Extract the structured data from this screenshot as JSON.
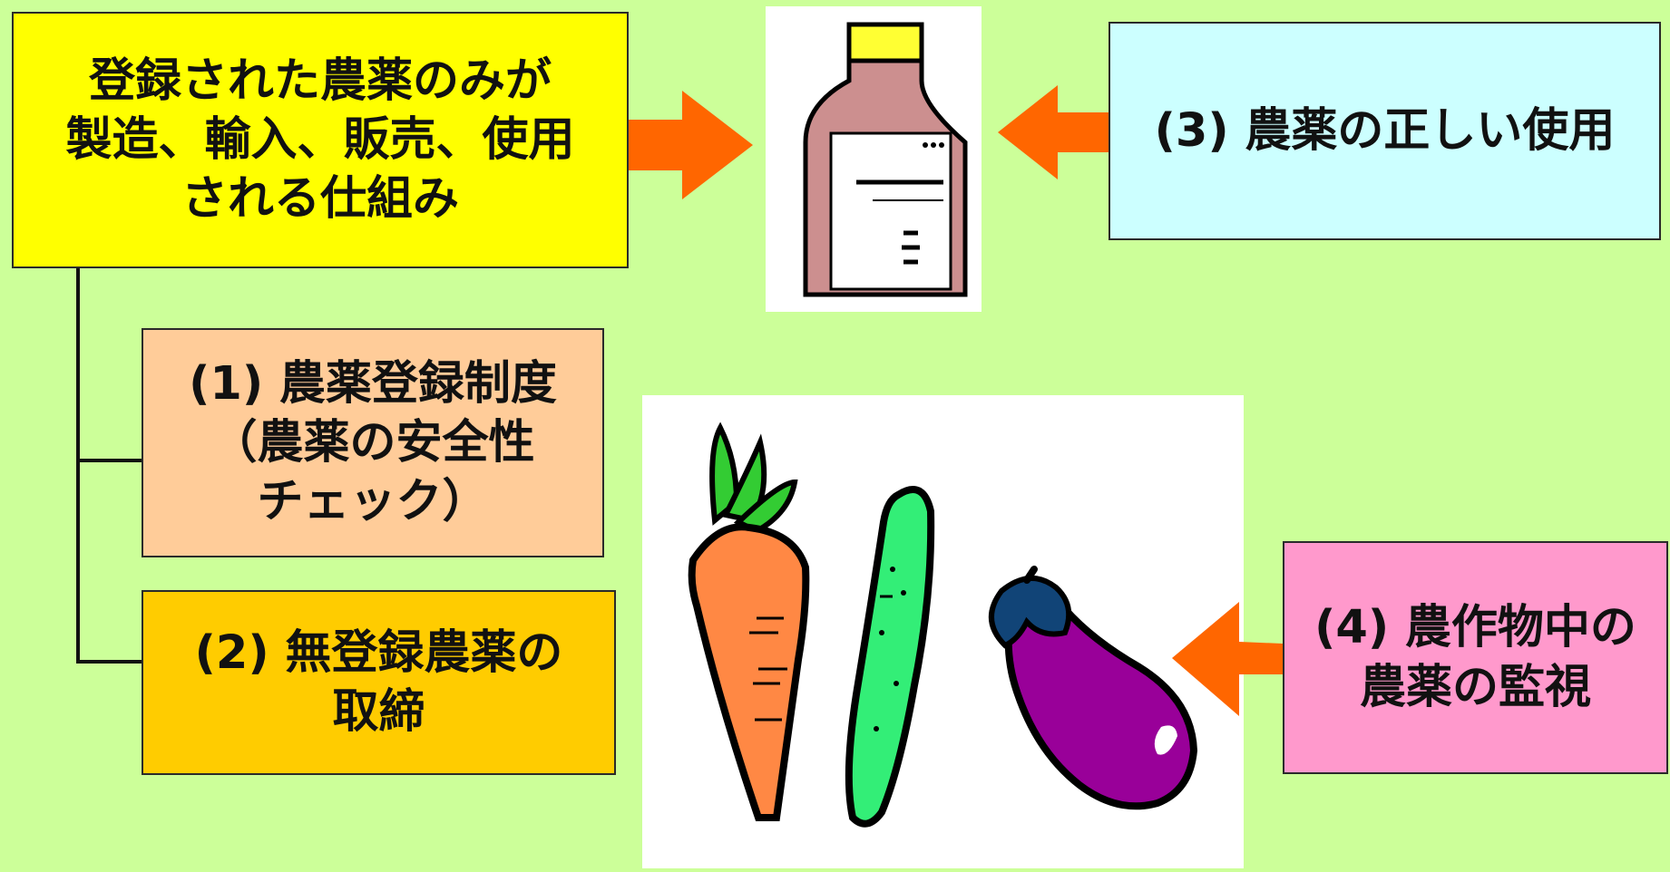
{
  "diagram": {
    "system_box": {
      "text": "登録された農薬のみが\n製造、輸入、販売、使用\nされる仕組み"
    },
    "correct_use_box": {
      "text": "(3) 農薬の正しい使用"
    },
    "registration_box": {
      "text": "(1) 農薬登録制度\n（農薬の安全性\nチェック）"
    },
    "crackdown_box": {
      "text": "(2) 無登録農薬の\n取締"
    },
    "monitoring_box": {
      "text": "(4) 農作物中の\n農薬の監視"
    }
  },
  "colors": {
    "background": "#ccff99",
    "system_box": "#ffff00",
    "correct_use_box": "#ccffff",
    "registration_box": "#ffcc99",
    "crackdown_box": "#ffcc00",
    "monitoring_box": "#ff99cc",
    "arrow": "#ff6600"
  },
  "icons": {
    "bottle": "pesticide-bottle-icon",
    "carrot": "carrot-icon",
    "cucumber": "cucumber-icon",
    "eggplant": "eggplant-icon"
  }
}
